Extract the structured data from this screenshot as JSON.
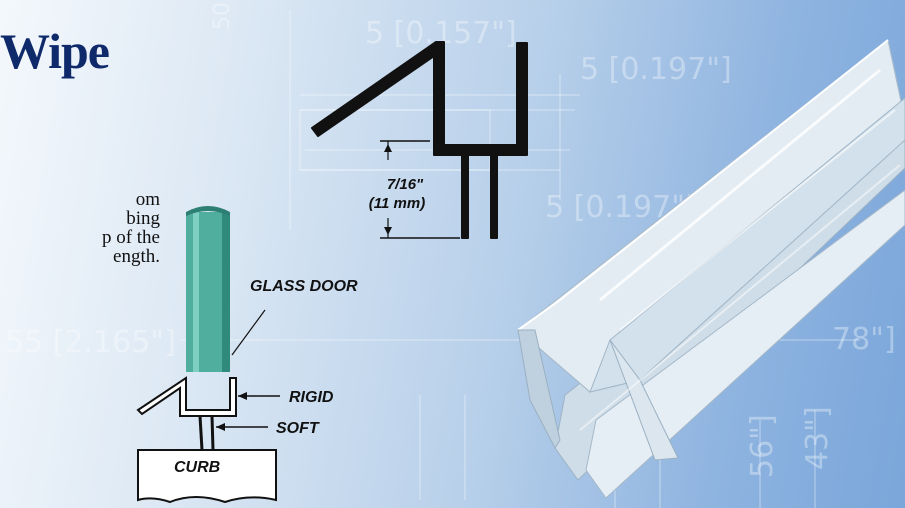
{
  "title": "Wipe",
  "body_lines": [
    "om",
    "bing",
    "p of the",
    "ength."
  ],
  "measurement": {
    "inch": "7/16\"",
    "mm": "(11 mm)"
  },
  "labels": {
    "glass_door": "GLASS DOOR",
    "rigid": "RIGID",
    "soft": "SOFT",
    "curb": "CURB"
  },
  "background_dims": [
    "5 [0.157\"]",
    "5 [0.197\"]",
    "5 [0.197\"]",
    "55 [2.165\"]",
    "78\"]",
    "56\"]",
    "43\"]",
    "50"
  ],
  "colors": {
    "title": "#0f2a6b",
    "glass": "#3e9e90",
    "profile": "#111111"
  }
}
